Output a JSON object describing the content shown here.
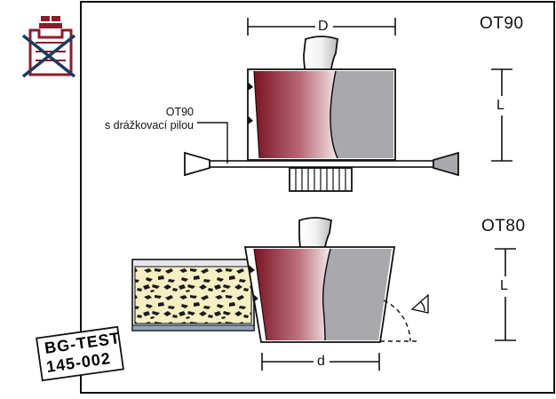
{
  "labels": {
    "top_model": "OT90",
    "bottom_model": "OT80",
    "dim_diameter_top": "D",
    "dim_length_top": "L",
    "dim_length_bottom": "L",
    "dim_diameter_bottom": "d",
    "annotation_line1": "OT90",
    "annotation_line2": "s drážkovací pilou"
  },
  "stamp": {
    "line1": "BG-TEST",
    "line2": "145-002"
  },
  "icons": {
    "top_left": "crossed-out-wall-icon"
  },
  "colors": {
    "frame": "#111111",
    "cutter_red_dark": "#7a1424",
    "cutter_red_light": "#f3e6e8",
    "cutter_grey": "#a9a9ad",
    "wood_fill": "#f6efc4",
    "icon_red": "#8c1c2c",
    "icon_blue": "#1f3a5f"
  }
}
